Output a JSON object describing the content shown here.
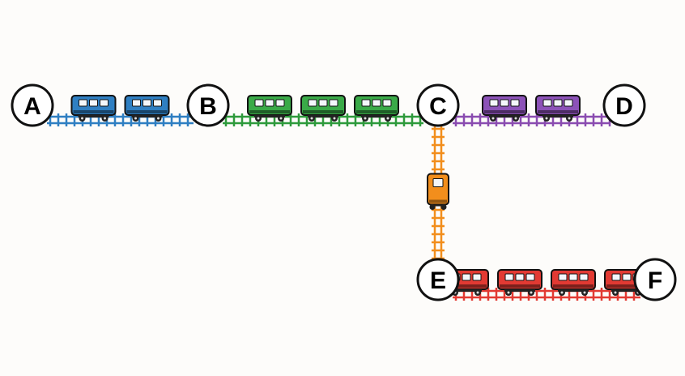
{
  "stations": [
    {
      "id": "A",
      "label": "A"
    },
    {
      "id": "B",
      "label": "B"
    },
    {
      "id": "C",
      "label": "C"
    },
    {
      "id": "D",
      "label": "D"
    },
    {
      "id": "E",
      "label": "E"
    },
    {
      "id": "F",
      "label": "F"
    }
  ],
  "tracks": [
    {
      "from": "A",
      "to": "B",
      "color": "#2f7fc2",
      "cars": 2,
      "car_color": "#2f7fc2"
    },
    {
      "from": "B",
      "to": "C",
      "color": "#2e9a3c",
      "cars": 3,
      "car_color": "#3aaa48"
    },
    {
      "from": "C",
      "to": "D",
      "color": "#8a4cb0",
      "cars": 2,
      "car_color": "#8c52b8"
    },
    {
      "from": "C",
      "to": "E",
      "color": "#f28e1c",
      "cars": 1,
      "car_color": "#f28e1c"
    },
    {
      "from": "E",
      "to": "F",
      "color": "#e23a33",
      "cars": 4,
      "car_color": "#e23a33"
    }
  ]
}
